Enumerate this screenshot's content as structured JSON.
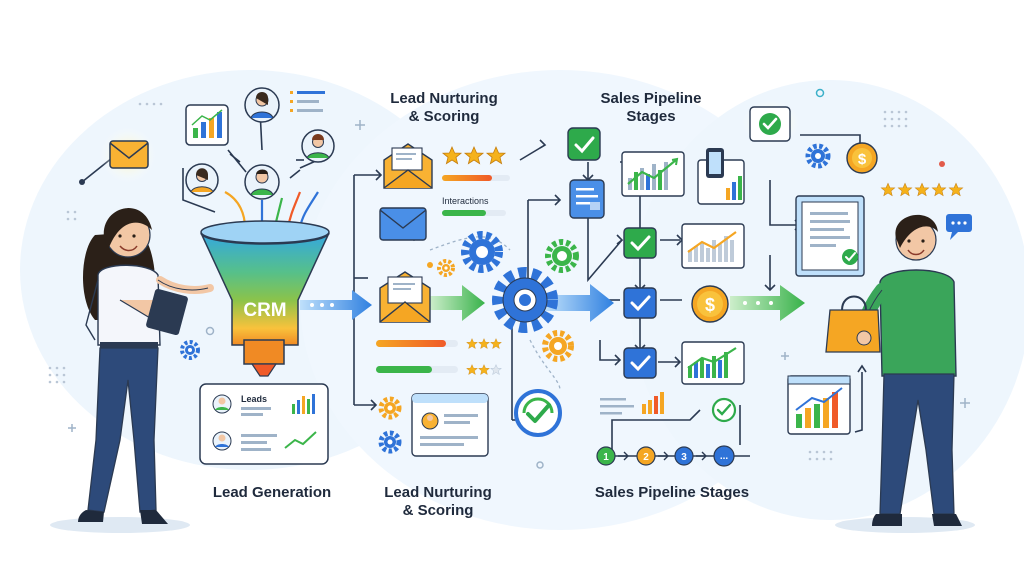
{
  "headings": {
    "top_nurturing_line1": "Lead Nurturing",
    "top_nurturing_line2": "& Scoring",
    "top_pipeline_line1": "Sales Pipeline",
    "top_pipeline_line2": "Stages",
    "bottom_generation": "Lead Generation",
    "bottom_nurturing_line1": "Lead Nurturing",
    "bottom_nurturing_line2": "& Scoring",
    "bottom_pipeline": "Sales Pipeline Stages"
  },
  "funnel": {
    "label": "CRM"
  },
  "leads_card": {
    "title": "Leads"
  },
  "interactions": {
    "label": "Interactions"
  },
  "pipeline_steps": [
    "1",
    "2",
    "3",
    "..."
  ],
  "currency_symbol": "$",
  "colors": {
    "green": "#3bb54a",
    "blue": "#2f73d8",
    "orange": "#f5a623",
    "funnel_top": "#3aa0e8",
    "funnel_mid": "#7bc043",
    "funnel_low": "#f4b400",
    "check_green": "#2eaa4b",
    "ink": "#1f2a3c"
  },
  "icons": [
    "envelope-icon",
    "chart-icon",
    "avatar-icon",
    "gear-icon",
    "check-icon",
    "dollar-coin-icon",
    "star-icon",
    "phone-icon",
    "document-icon",
    "shopping-bag-icon",
    "chat-icon"
  ]
}
